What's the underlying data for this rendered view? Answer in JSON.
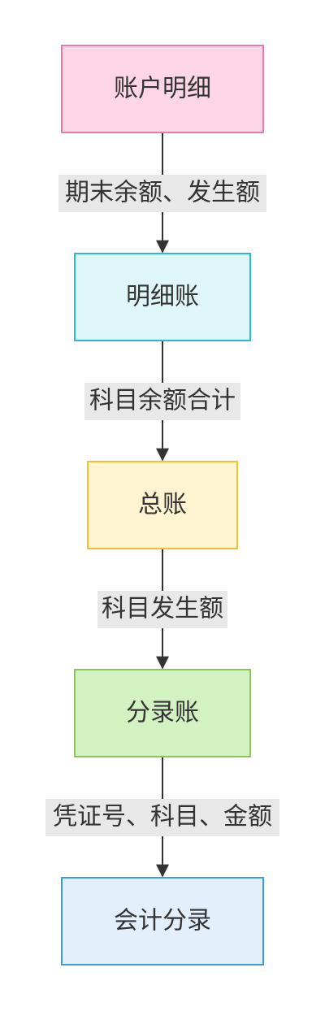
{
  "nodes": [
    {
      "id": "n1",
      "label": "账户明细",
      "fill": "#FCD6E4",
      "stroke": "#E879AE"
    },
    {
      "id": "n2",
      "label": "明细账",
      "fill": "#E0F7FA",
      "stroke": "#26BCD7"
    },
    {
      "id": "n3",
      "label": "总账",
      "fill": "#FFF4D1",
      "stroke": "#F2C12E"
    },
    {
      "id": "n4",
      "label": "分录账",
      "fill": "#D3F2C2",
      "stroke": "#8CC65A"
    },
    {
      "id": "n5",
      "label": "会计分录",
      "fill": "#E3F0FC",
      "stroke": "#3A9BE0"
    }
  ],
  "edges": [
    {
      "from": "n1",
      "to": "n2",
      "label": "期末余额、发生额"
    },
    {
      "from": "n2",
      "to": "n3",
      "label": "科目余额合计"
    },
    {
      "from": "n3",
      "to": "n4",
      "label": "科目发生额"
    },
    {
      "from": "n4",
      "to": "n5",
      "label": "凭证号、科目、金额"
    }
  ],
  "colors": {
    "edge_label_bg": "#E8E8E8",
    "line": "#333333",
    "text": "#333333"
  }
}
